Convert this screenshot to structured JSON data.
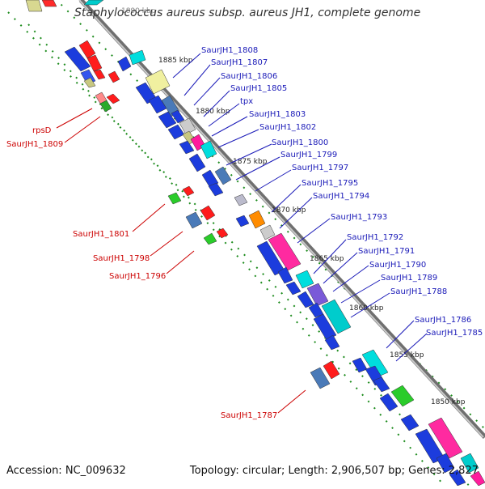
{
  "title": "Staphylococcus aureus subsp. aureus JH1, complete genome",
  "footer": {
    "accession": "Accession: NC_009632",
    "topology": "Topology: circular; Length: 2,906,507 bp; Genes: 2,827"
  },
  "colors": {
    "backbone": "#8a8a8a",
    "tick_dots": "#1e8c1e",
    "forward_label": "#1a1ab8",
    "reverse_label": "#cc0000"
  },
  "ruler_marks": [
    "1890 kbp",
    "1885 kbp",
    "1880 kbp",
    "1875 kbp",
    "1870 kbp",
    "1865 kbp",
    "1860 kbp",
    "1855 kbp",
    "1850 kbp"
  ],
  "forward_genes": [
    "SaurJH1_1808",
    "SaurJH1_1807",
    "SaurJH1_1806",
    "SaurJH1_1805",
    "tpx",
    "SaurJH1_1803",
    "SaurJH1_1802",
    "SaurJH1_1800",
    "SaurJH1_1799",
    "SaurJH1_1797",
    "SaurJH1_1795",
    "SaurJH1_1794",
    "SaurJH1_1793",
    "SaurJH1_1792",
    "SaurJH1_1791",
    "SaurJH1_1790",
    "SaurJH1_1789",
    "SaurJH1_1788",
    "SaurJH1_1786",
    "SaurJH1_1785"
  ],
  "reverse_genes": [
    "rpsD",
    "SaurJH1_1809",
    "SaurJH1_1801",
    "SaurJH1_1798",
    "SaurJH1_1796",
    "SaurJH1_1787"
  ]
}
